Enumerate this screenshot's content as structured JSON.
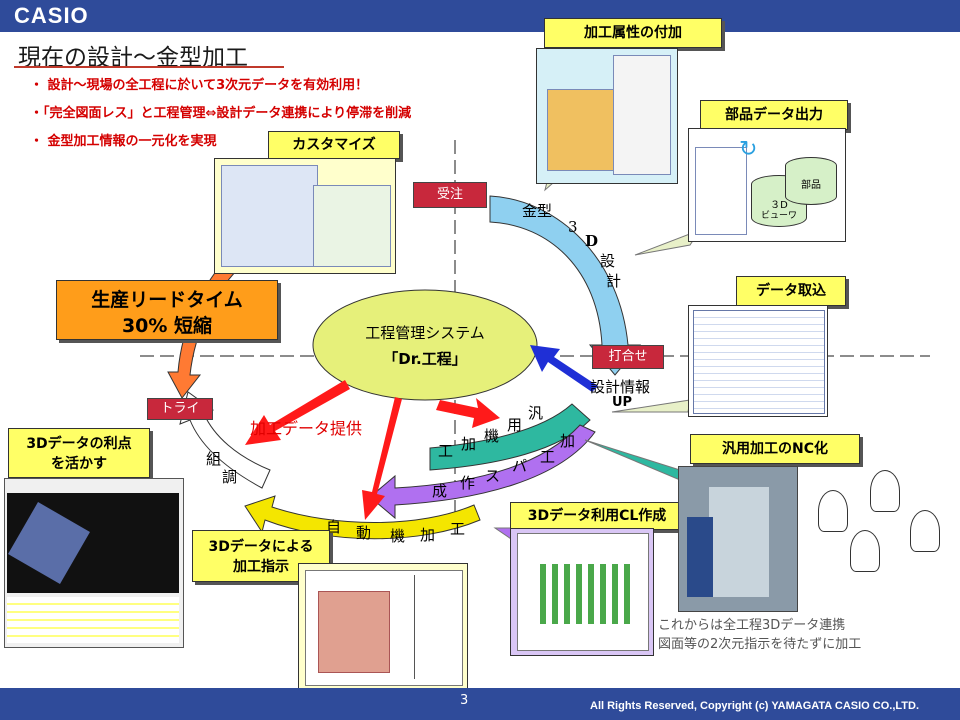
{
  "header": {
    "logo": "CASIO"
  },
  "title": "現在の設計〜金型加工",
  "bullets": [
    "・ 設計〜現場の全工程に於いて3次元データを有効利用！",
    "・「完全図面レス」と工程管理⇔設計データ連携により停滞を削減",
    "・ 金型加工情報の一元化を実現"
  ],
  "labels": {
    "customize": "カスタマイズ",
    "attribute": "加工属性の付加",
    "parts_output": "部品データ出力",
    "data_import": "データ取込",
    "lead_time_1": "生産リードタイム",
    "lead_time_2": "30% 短縮",
    "benefit_1": "3Dデータの利点",
    "benefit_2": "を活かす",
    "instruction_1": "3Dデータによる",
    "instruction_2": "加工指示",
    "cl_creation": "3Dデータ利用CL作成",
    "nc": "汎用加工のNC化"
  },
  "center": {
    "line1": "工程管理システム",
    "line2": "「Dr.工程」"
  },
  "tags": {
    "order": "受注",
    "meeting": "打合せ",
    "try": "トライ"
  },
  "arcs": {
    "design_1": "金型",
    "design_2": "3",
    "design_3": "D",
    "design_4": "設",
    "design_5": "計",
    "design_info_1": "設計情報",
    "design_info_2": "UP",
    "general_1": "汎",
    "general_2": "用",
    "general_3": "機",
    "general_4": "工",
    "general_5": "加",
    "general_6": "加",
    "general_7": "工",
    "spa_1": "成",
    "spa_2": "作",
    "spa_3": "ス",
    "spa_4": "パ",
    "auto_1": "自",
    "auto_2": "動",
    "auto_3": "機",
    "auto_4": "加",
    "auto_5": "工",
    "assy_1": "組",
    "assy_2": "調",
    "data_provide": "加工データ提供"
  },
  "pic_labels": {
    "parts": "部品",
    "viewer_1": "３D",
    "viewer_2": "ビューワ"
  },
  "note": {
    "line1": "これからは全工程3Dデータ連携",
    "line2": "図面等の2次元指示を待たずに加工"
  },
  "footer": {
    "page": "3",
    "copyright": "All Rights Reserved, Copyright (c)  YAMAGATA CASIO CO.,LTD."
  },
  "colors": {
    "brand": "#2f4b9a",
    "ellipse": "#e6f07a",
    "arrow_red": "#ff1a1a",
    "arrow_blue": "#1f2fd6"
  }
}
